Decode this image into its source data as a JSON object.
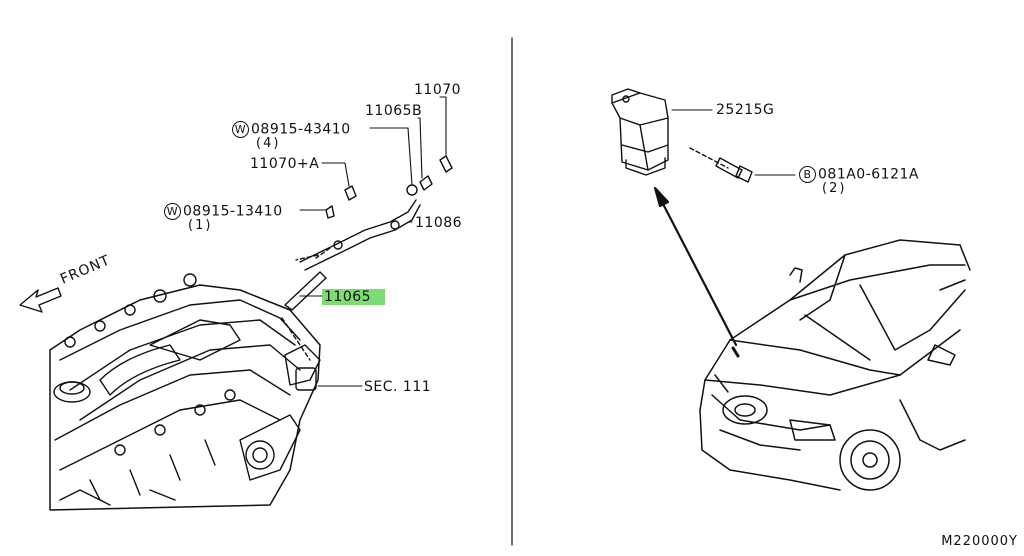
{
  "callouts": {
    "p11070": "11070",
    "p11065b": "11065B",
    "washer1": {
      "symbol": "W",
      "part": "08915-43410",
      "qty": "(4)"
    },
    "p11070a": "11070+A",
    "washer2": {
      "symbol": "W",
      "part": "08915-13410",
      "qty": "(1)"
    },
    "p11086": "11086",
    "p11065": "11065",
    "sec111": "SEC. 111",
    "front": "FRONT",
    "p25215g": "25215G",
    "bolt": {
      "symbol": "B",
      "part": "081A0-6121A",
      "qty": "(2)"
    }
  },
  "diagram_code": "M220000Y",
  "colors": {
    "line": "#111111",
    "highlight": "#7ddc73",
    "background": "#ffffff"
  }
}
